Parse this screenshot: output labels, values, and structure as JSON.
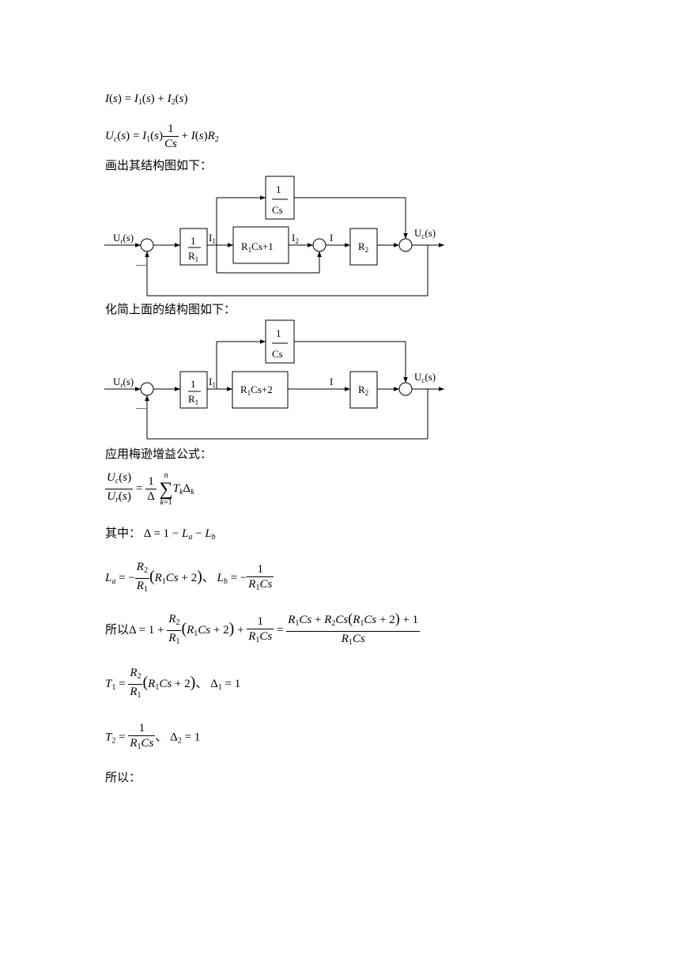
{
  "eq1": "I(s) = I₁(s) + I₂(s)",
  "eq2": "U_c(s) = I₁(s)(1/Cs) + I(s)R₂",
  "text_draw": "画出其结构图如下：",
  "text_simplify": "化简上面的结构图如下：",
  "text_mason": "应用梅逊增益公式：",
  "text_where": "其中：",
  "text_sep": "、",
  "text_so": "所以",
  "text_so_final": "所以：",
  "diagram1": {
    "input": "U",
    "input_sub": "r",
    "input_tail": "(s)",
    "output": "U",
    "output_sub": "c",
    "output_tail": "(s)",
    "block_top": {
      "num": "1",
      "den": "Cs"
    },
    "block_gain": {
      "num": "1",
      "den": "R",
      "den_sub": "1"
    },
    "block_mid": "R",
    "block_mid_sub": "1",
    "block_mid_tail": "Cs+1",
    "block_r2": "R",
    "block_r2_sub": "2",
    "sig_i1": "I",
    "sig_i1_sub": "1",
    "sig_i2": "I",
    "sig_i2_sub": "2",
    "sig_i": "I",
    "minus": "—"
  },
  "diagram2": {
    "input": "U",
    "input_sub": "r",
    "input_tail": "(s)",
    "output": "U",
    "output_sub": "c",
    "output_tail": "(s)",
    "block_top": {
      "num": "1",
      "den": "Cs"
    },
    "block_gain": {
      "num": "1",
      "den": "R",
      "den_sub": "1"
    },
    "block_mid": "R",
    "block_mid_sub": "1",
    "block_mid_tail": "Cs+2",
    "block_r2": "R",
    "block_r2_sub": "2",
    "sig_i1": "I",
    "sig_i1_sub": "1",
    "sig_i": "I",
    "minus": "—"
  }
}
